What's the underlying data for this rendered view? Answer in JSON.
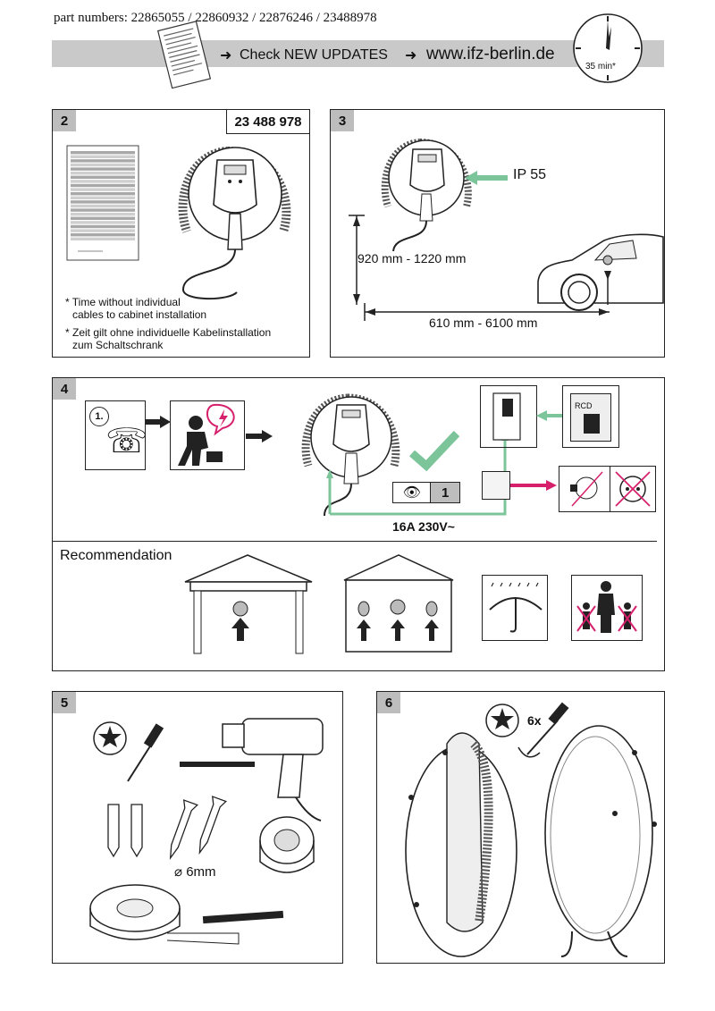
{
  "header": {
    "part_numbers": "part numbers: 22865055 / 22860932 / 22876246 / 23488978",
    "check_updates": "Check NEW UPDATES",
    "website": "www.ifz-berlin.de",
    "time": "35 min*"
  },
  "step2": {
    "number": "2",
    "part_no": "23 488 978",
    "note_en_1": "* Time without individual",
    "note_en_2": "cables to cabinet installation",
    "note_de_1": "* Zeit gilt ohne individuelle Kabelinstallation",
    "note_de_2": "zum Schaltschrank"
  },
  "step3": {
    "number": "3",
    "ip_rating": "IP 55",
    "height_range": "920 mm - 1220 mm",
    "distance_range": "610 mm - 6100 mm"
  },
  "step4": {
    "number": "4",
    "call_step": "1.",
    "rcd_label": "RCD",
    "inspect_count": "1",
    "power_spec": "16A  230V~",
    "recommendation": "Recommendation"
  },
  "step5": {
    "number": "5",
    "drill_diameter": "6mm"
  },
  "step6": {
    "number": "6",
    "screw_count": "6x"
  },
  "colors": {
    "panel_border": "#222222",
    "step_badge": "#bdbdbd",
    "header_bar": "#c9c9c9",
    "green": "#7cc59a",
    "magenta": "#d6206c"
  }
}
